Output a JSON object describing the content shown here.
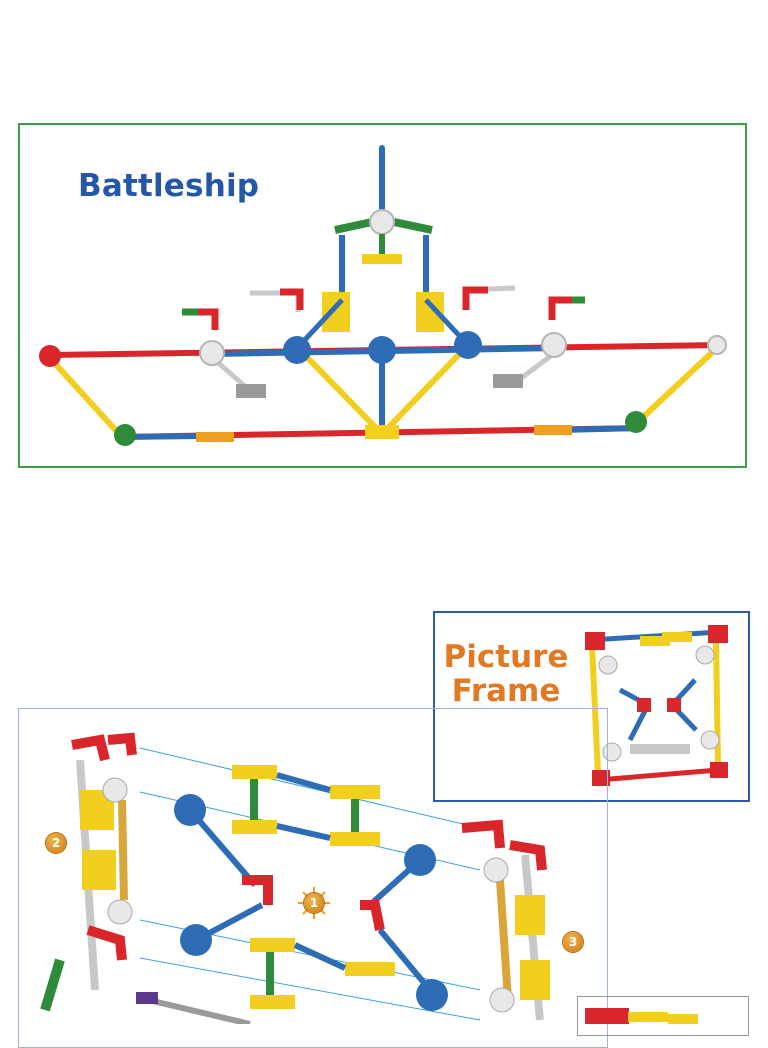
{
  "battleship": {
    "title": "Battleship"
  },
  "picture_frame": {
    "title_line1": "Picture",
    "title_line2": "Frame"
  },
  "steps": {
    "step1": "1",
    "step2": "2",
    "step3": "3"
  },
  "colors": {
    "red": "#d9262b",
    "yellow": "#f2cf1f",
    "blue": "#2e6db5",
    "green": "#2e8b3a",
    "white": "#e8e8e8",
    "gray": "#9a9a9a",
    "orange": "#f0a020",
    "gold": "#d9a63a",
    "purple": "#5a3a8a",
    "battleship_border": "#3f9e4a",
    "frame_border": "#2d5aa6"
  }
}
